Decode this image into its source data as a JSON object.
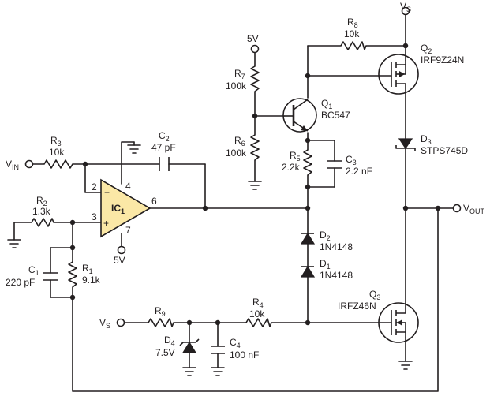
{
  "colors": {
    "ink": "#231f20",
    "opamp_fill": "#fbe8a6",
    "background": "#ffffff"
  },
  "nets": {
    "vs_top": {
      "main": "V",
      "sub": "S"
    },
    "vs_left": {
      "main": "V",
      "sub": "S"
    },
    "vin": {
      "main": "V",
      "sub": "IN"
    },
    "vout": {
      "main": "V",
      "sub": "OUT"
    },
    "supply_r7": "5V",
    "supply_ic1": "5V"
  },
  "opamp": {
    "name": "IC",
    "sub": "1",
    "pins": {
      "inv": "2",
      "noninv": "3",
      "vplus": "4",
      "vminus": "7",
      "out": "6"
    },
    "minus_sign": "−",
    "plus_sign": "+"
  },
  "components": {
    "r1": {
      "name": "R",
      "sub": "1",
      "value": "9.1k"
    },
    "r2": {
      "name": "R",
      "sub": "2",
      "value": "1.3k"
    },
    "r3": {
      "name": "R",
      "sub": "3",
      "value": "10k"
    },
    "r4": {
      "name": "R",
      "sub": "4",
      "value": "10k"
    },
    "r5": {
      "name": "R",
      "sub": "5",
      "value": "2.2k"
    },
    "r6": {
      "name": "R",
      "sub": "6",
      "value": "100k"
    },
    "r7": {
      "name": "R",
      "sub": "7",
      "value": "100k"
    },
    "r8": {
      "name": "R",
      "sub": "8",
      "value": "10k"
    },
    "r9": {
      "name": "R",
      "sub": "9",
      "value": ""
    },
    "c1": {
      "name": "C",
      "sub": "1",
      "value": "220 pF"
    },
    "c2": {
      "name": "C",
      "sub": "2",
      "value": "47 pF"
    },
    "c3": {
      "name": "C",
      "sub": "3",
      "value": "2.2 nF"
    },
    "c4": {
      "name": "C",
      "sub": "4",
      "value": "100 nF"
    },
    "d1": {
      "name": "D",
      "sub": "1",
      "value": "1N4148"
    },
    "d2": {
      "name": "D",
      "sub": "2",
      "value": "1N4148"
    },
    "d3": {
      "name": "D",
      "sub": "3",
      "value": "STPS745D"
    },
    "d4": {
      "name": "D",
      "sub": "4",
      "value": "7.5V"
    },
    "q1": {
      "name": "Q",
      "sub": "1",
      "value": "BC547"
    },
    "q2": {
      "name": "Q",
      "sub": "2",
      "value": "IRF9Z24N"
    },
    "q3": {
      "name": "Q",
      "sub": "3",
      "value": "IRFZ46N"
    }
  }
}
